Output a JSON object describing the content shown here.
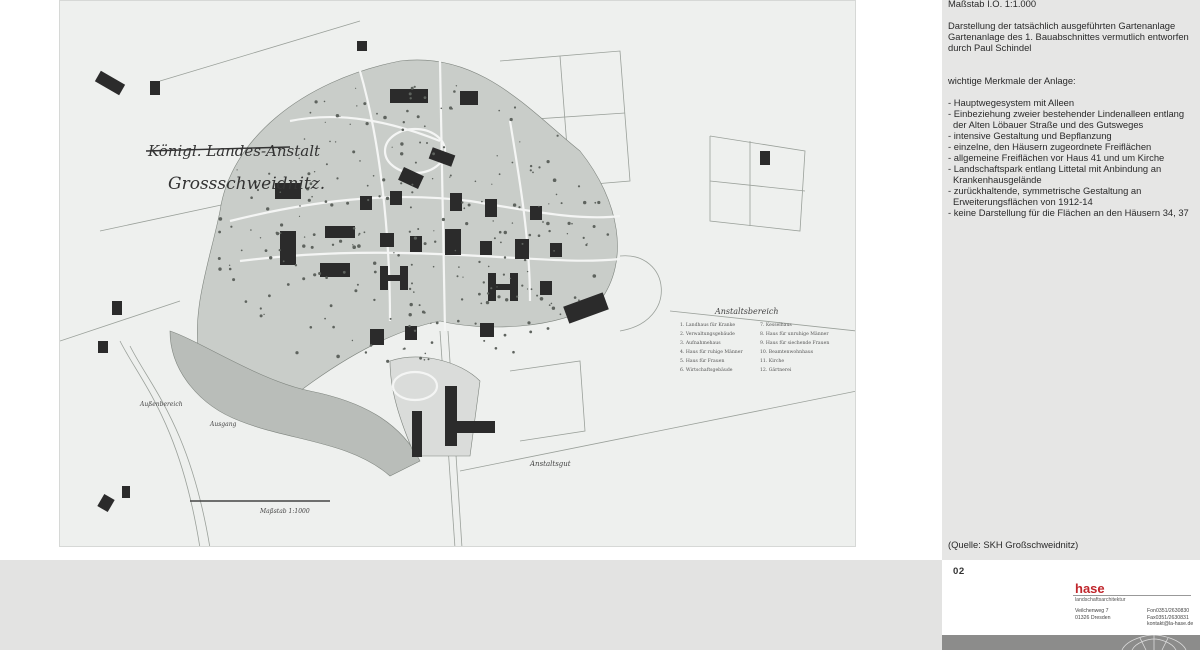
{
  "panel": {
    "scale": "Maßstab I.O. 1:1.000",
    "desc_lines": [
      "Darstellung der tatsächlich ausgeführten Gartenanlage",
      "Gartenanlage des 1. Bauabschnittes vermutlich entworfen",
      "durch Paul Schindel"
    ],
    "features_heading": "wichtige Merkmale der Anlage:",
    "features": [
      "- Hauptwegesystem mit Alleen",
      "- Einbeziehung zweier bestehender Lindenalleen entlang",
      "der Alten Löbauer Straße und des Gutsweges",
      "- intensive Gestaltung und Bepflanzung",
      "- einzelne, den Häusern zugeordnete Freiflächen",
      "- allgemeine Freiflächen vor Haus 41 und um Kirche",
      "- Landschaftspark entlang Littetal mit Anbindung an",
      "Krankenhausgelände",
      "- zurückhaltende, symmetrische Gestaltung an",
      "Erweiterungsflächen von 1912-14",
      "- keine Darstellung für die Flächen an den Häusern 34, 37"
    ],
    "source": "(Quelle: SKH Großschweidnitz)"
  },
  "footer": {
    "page_number": "02",
    "logo": "hase",
    "logo_sub": "landschaftsarchitektur",
    "address_lines": [
      "Veilchenweg 7",
      "01326 Dresden"
    ],
    "contact_lines": [
      "Fon0351/2630830",
      "Fax0351/2630831",
      "kontakt@la-hase.de"
    ]
  },
  "plan": {
    "title_struck": "Königl. Landes-Anstalt",
    "title_place": "Grossschweidnitz.",
    "legend_heading": "Anstaltsbereich",
    "legend_items": [
      "1. Landhaus für Kranke",
      "2. Verwaltungsgebäude",
      "3. Aufnahmehaus",
      "4. Haus für ruhige Männer",
      "5. Haus für Frauen",
      "6. Wirtschaftsgebäude",
      "7. Kesselhaus",
      "8. Haus für unruhige Männer",
      "9. Haus für siechende Frauen",
      "10. Beamtenwohnhaus",
      "11. Kirche",
      "12. Gärtnerei"
    ],
    "scale_label": "Maßstab 1:1000",
    "bottom_heading": "Anstaltsgut",
    "left_heading": "Außenbereich",
    "left_sub": "Ausgang"
  },
  "colors": {
    "right_panel": "#e6e6e5",
    "bottom_band": "#8c8c8b",
    "logo": "#c0262c",
    "plan_paper": "#eef0ee",
    "building": "#2b2b2b"
  }
}
